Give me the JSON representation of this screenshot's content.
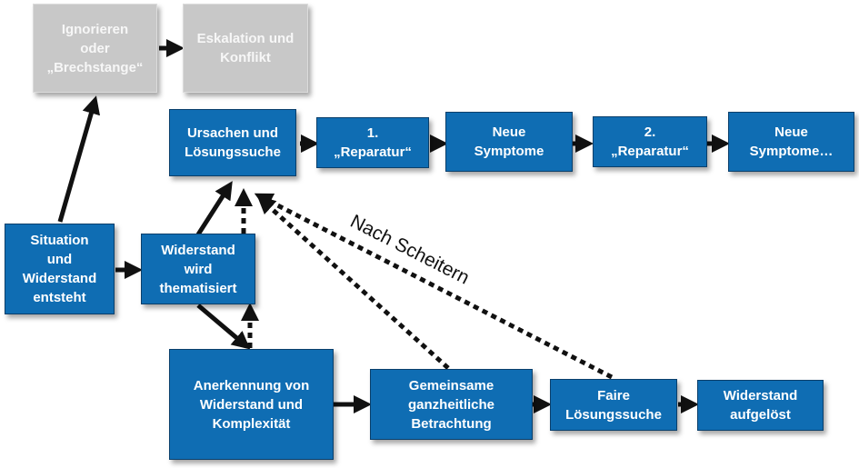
{
  "colors": {
    "box_fill": "#0f6db3",
    "box_border": "#0a3f6b",
    "grey_fill": "#c8c8c8",
    "arrow": "#111111"
  },
  "boxes": {
    "ignorieren": "Ignorieren\noder\n„Brechstange“",
    "eskalation": "Eskalation und\nKonflikt",
    "ursachen": "Ursachen und\nLösungssuche",
    "reparatur1": "1.\n„Reparatur“",
    "symptome1": "Neue\nSymptome",
    "reparatur2": "2.\n„Reparatur“",
    "symptome2": "Neue\nSymptome…",
    "situation": "Situation\nund\nWiderstand\nentsteht",
    "thematisiert": "Widerstand\nwird\nthematisiert",
    "anerkennung": "Anerkennung von\nWiderstand und\nKomplexität",
    "gemeinsame": "Gemeinsame\nganzheitliche\nBetrachtung",
    "faire": "Faire\nLösungssuche",
    "aufgeloest": "Widerstand\naufgelöst"
  },
  "annotation": "Nach Scheitern"
}
